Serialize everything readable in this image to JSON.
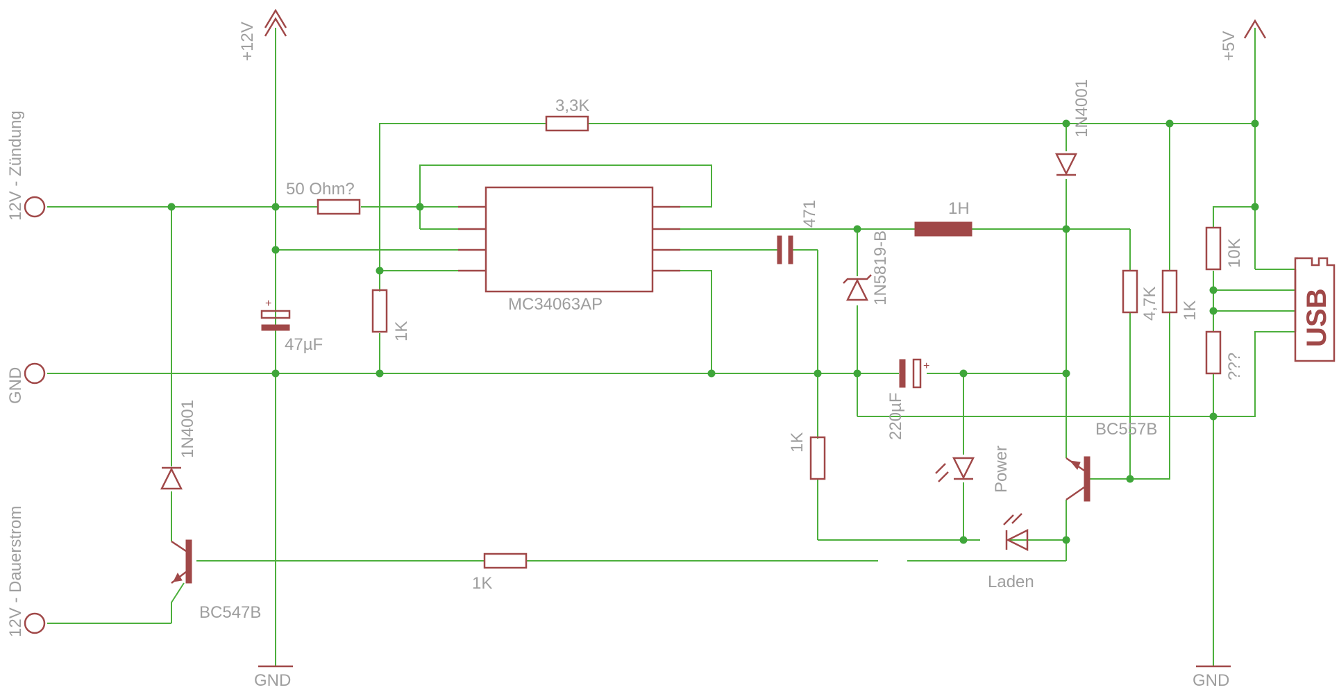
{
  "diagram": {
    "labels": {
      "supply_12v": "+12V",
      "supply_5v": "+5V",
      "gnd_left": "GND",
      "gnd_right": "GND",
      "terminal_zuendung": "12V - Zündung",
      "terminal_gnd": "GND",
      "terminal_dauerstrom": "12V - Dauerstrom",
      "r_50ohm": "50 Ohm?",
      "r_3k3": "3,3K",
      "ic": "MC34063AP",
      "cap_471": "471",
      "inductor": "1H",
      "schottky": "1N5819-B",
      "diode_top": "1N4001",
      "diode_left": "1N4001",
      "cap_47u": "47µF",
      "r_1k_left": "1K",
      "r_1k_mid": "1K",
      "r_1k_bottom": "1K",
      "r_1k_right": "1K",
      "cap_220u": "220µF",
      "r_4k7": "4,7K",
      "r_10k": "10K",
      "r_unknown": "???",
      "led_power": "Power",
      "led_laden": "Laden",
      "q_bc557": "BC557B",
      "q_bc547": "BC547B",
      "usb": "USB"
    },
    "colors": {
      "wire": "#4caf3c",
      "component": "#a04848",
      "label": "#9e9e9e",
      "junction": "#3fa63a"
    }
  }
}
